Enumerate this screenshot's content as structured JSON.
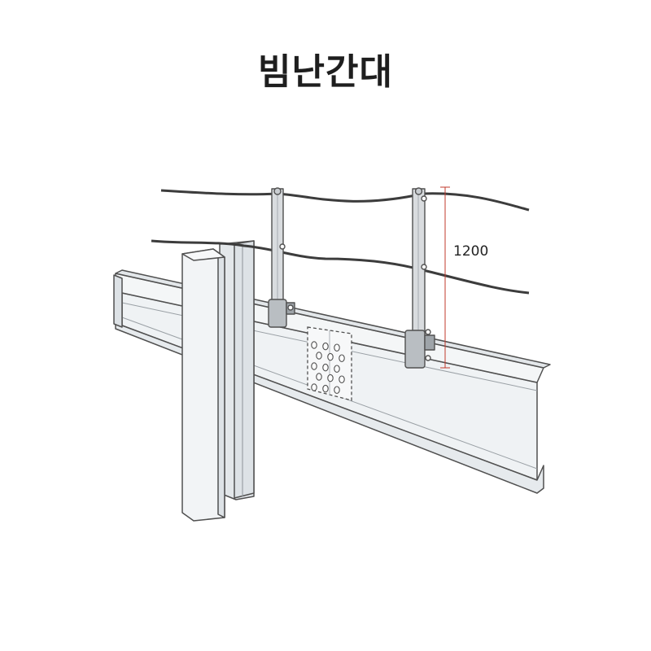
{
  "title": "빔난간대",
  "dimension": {
    "height_label": "1200",
    "color": "#c0392b"
  },
  "colors": {
    "steel_face": "#eff2f4",
    "steel_shade": "#dde2e6",
    "outline": "#505050",
    "post": "#d9dcdf",
    "rope": "#3c3c3c"
  },
  "bolt_grid": {
    "rows": 5,
    "cols": 3
  }
}
